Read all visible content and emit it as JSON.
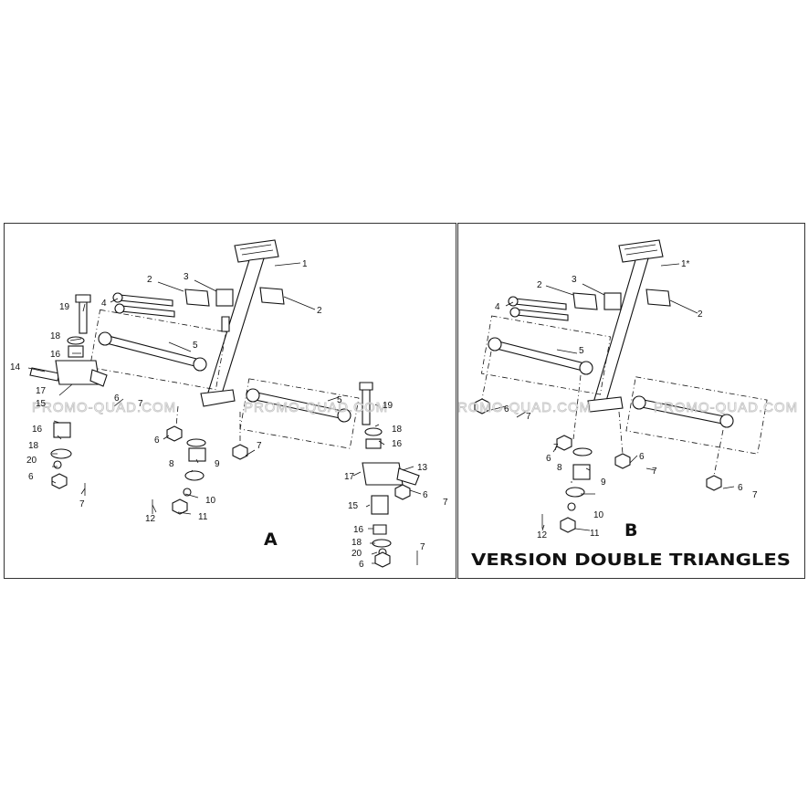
{
  "watermark": "PROMO-QUAD.COM",
  "panel_a": {
    "label": "A",
    "callouts": [
      "1",
      "2",
      "3",
      "4",
      "2",
      "5",
      "19",
      "18",
      "16",
      "14",
      "17",
      "15",
      "6",
      "7",
      "16",
      "18",
      "20",
      "6",
      "7",
      "8",
      "9",
      "10",
      "11",
      "12",
      "6",
      "7",
      "5",
      "19",
      "18",
      "16",
      "17",
      "13",
      "6",
      "7",
      "15",
      "16",
      "18",
      "20",
      "6",
      "7"
    ]
  },
  "panel_b": {
    "label": "B",
    "title": "VERSION DOUBLE TRIANGLES",
    "callouts": [
      "1*",
      "2",
      "3",
      "4",
      "2",
      "5",
      "6",
      "7",
      "6",
      "7",
      "8",
      "9",
      "10",
      "11",
      "12",
      "6",
      "7",
      "6",
      "7"
    ]
  }
}
